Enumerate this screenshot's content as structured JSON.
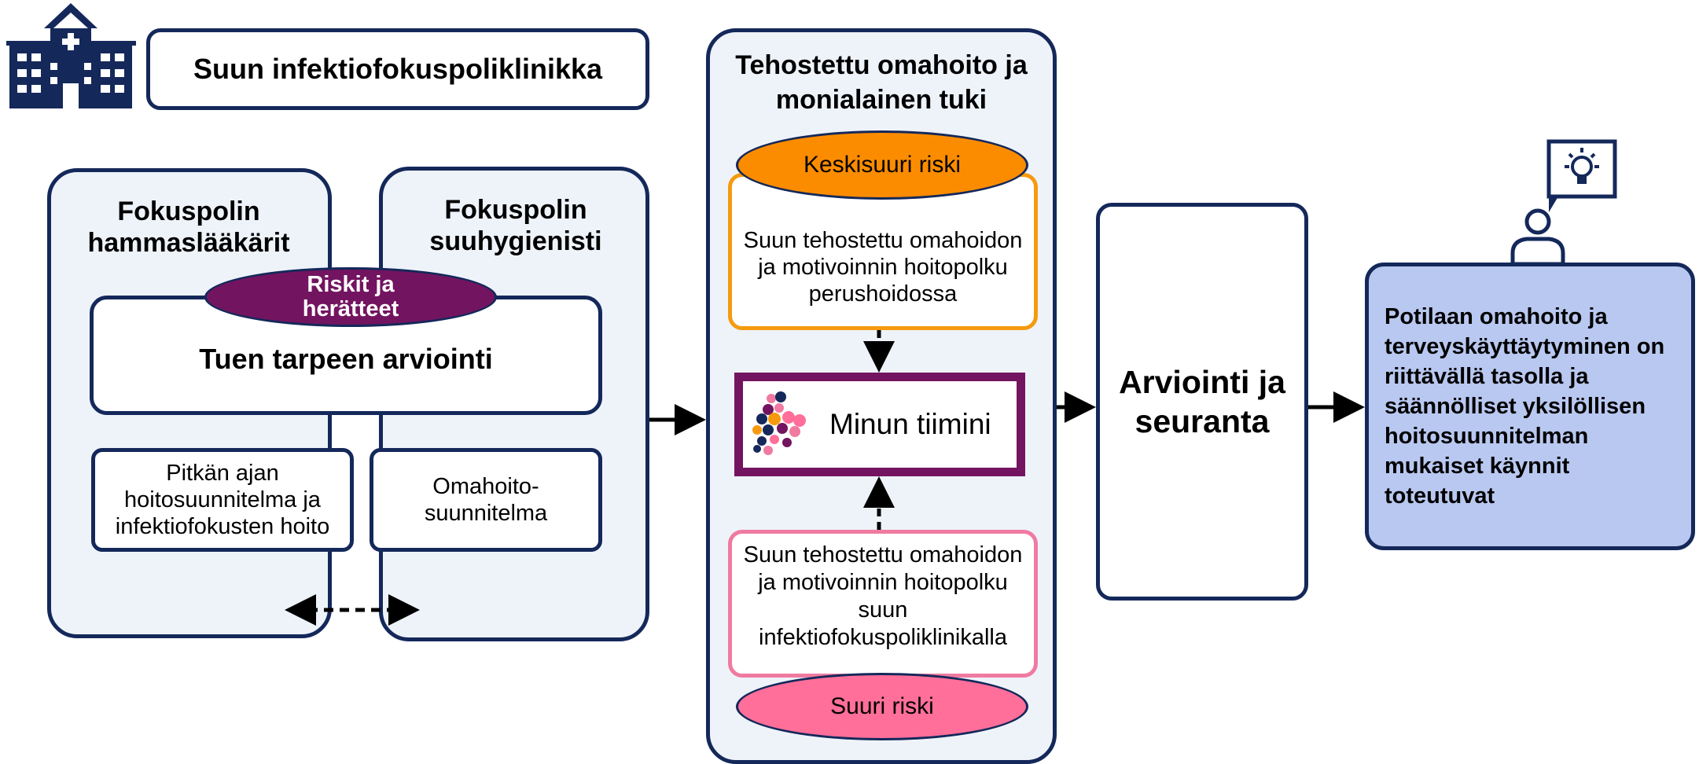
{
  "clinic_title": "Suun infektiofokuspoliklinikka",
  "left": {
    "dentists_title": "Fokuspolin hammaslääkärit",
    "hygienist_title": "Fokuspolin suuhygienisti",
    "risks_badge": "Riskit ja herätteet",
    "assessment": "Tuen tarpeen arviointi",
    "long_term_plan": "Pitkän ajan hoitosuunnitelma ja infektiofokusten hoito",
    "self_care_plan": "Omahoito-suunnitelma"
  },
  "middle": {
    "title": "Tehostettu omahoito ja monialainen tuki",
    "medium_risk": "Keskisuuri riski",
    "medium_path": "Suun tehostettu omahoidon ja motivoinnin hoitopolku perushoidossa",
    "team": "Minun tiimini",
    "high_path": "Suun tehostettu omahoidon ja motivoinnin hoitopolku suun infektiofokuspoliklinikalla",
    "high_risk": "Suuri riski"
  },
  "evaluation": "Arviointi ja seuranta",
  "outcome": "Potilaan omahoito ja terveyskäyttäytyminen on riittävällä tasolla ja säännölliset yksilöllisen hoitosuunnitelman mukaiset käynnit toteutuvat",
  "colors": {
    "navy": "#14285a",
    "panel_fill": "#eef3fa",
    "purple": "#731460",
    "orange": "#f59a0f",
    "orange_fill": "#fb8c00",
    "pink": "#f07aa0",
    "pink_fill": "#ff6f9a",
    "outcome_fill": "#b9c8f0"
  },
  "icons": [
    "hospital-icon",
    "team-logo-icon",
    "person-idea-icon"
  ]
}
